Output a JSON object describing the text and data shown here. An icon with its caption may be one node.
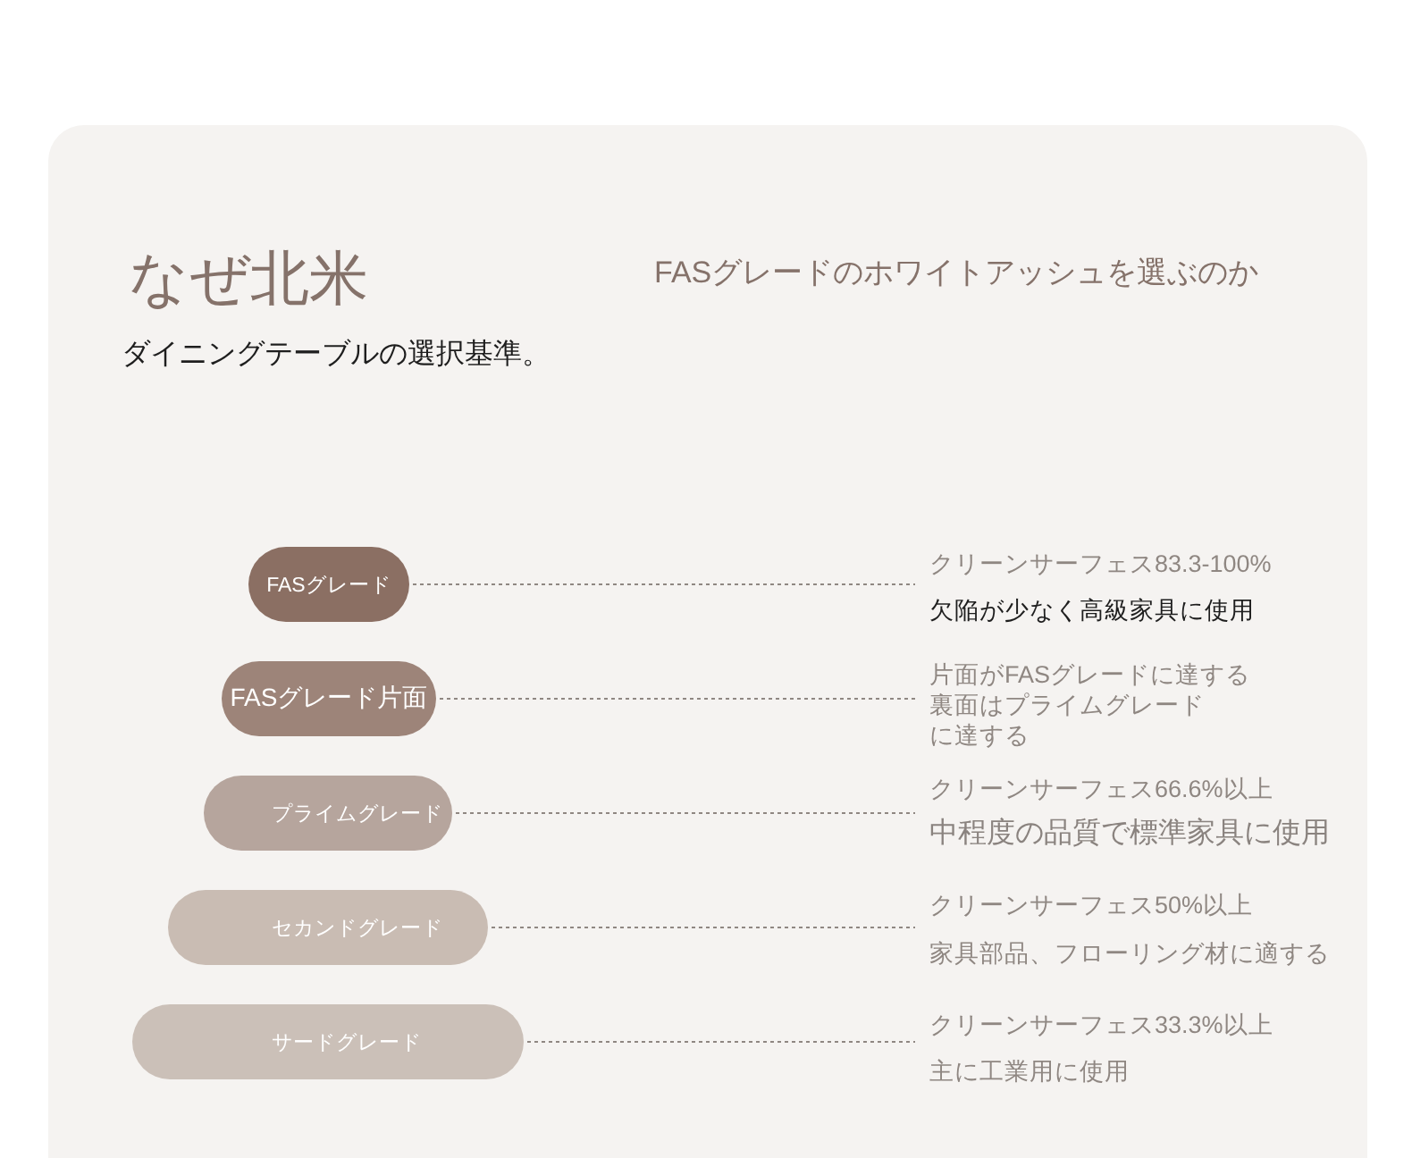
{
  "diagram": {
    "title": "なぜ北米",
    "nodes": [
      {
        "text": [
          "FASグレード"
        ]
      },
      {
        "text": [
          "FASグレード片面"
        ]
      },
      {
        "text": [
          "プライムグレード"
        ]
      },
      {
        "text": [
          "セカンドグレード"
        ]
      },
      {
        "text": [
          "サードグレード"
        ]
      },
      {
        "text": [
          "クリーンサーフェス83.3-100%",
          "欠陥が少なく高級家具に使用"
        ]
      },
      {
        "text": [
          "片面がFASグレードに達する",
          "裏面はプライムグレードに達する"
        ]
      },
      {
        "text": [
          "クリーンサーフェス66.6%以上",
          "中程度の品質で標準家具に使用"
        ]
      },
      {
        "text": [
          "クリーンサーフェス50%以上",
          "家具部品、フローリング材に適する"
        ]
      },
      {
        "text": [
          "クリーンサーフェス33.3%以上",
          "主に工業用に使用"
        ]
      }
    ],
    "edges": [
      {
        "from": 0,
        "to": 5,
        "arrow": "none",
        "style": "dashed"
      },
      {
        "from": 1,
        "to": 6,
        "arrow": "none",
        "style": "dashed"
      },
      {
        "from": 2,
        "to": 7,
        "arrow": "none",
        "style": "dashed"
      },
      {
        "from": 3,
        "to": 8,
        "arrow": "none",
        "style": "dashed"
      },
      {
        "from": 4,
        "to": 9,
        "arrow": "none",
        "style": "dashed"
      }
    ],
    "labels": [
      "FASグレードのホワイトアッシュを選ぶのか",
      "ダイニングテーブルの選択基準。"
    ]
  }
}
